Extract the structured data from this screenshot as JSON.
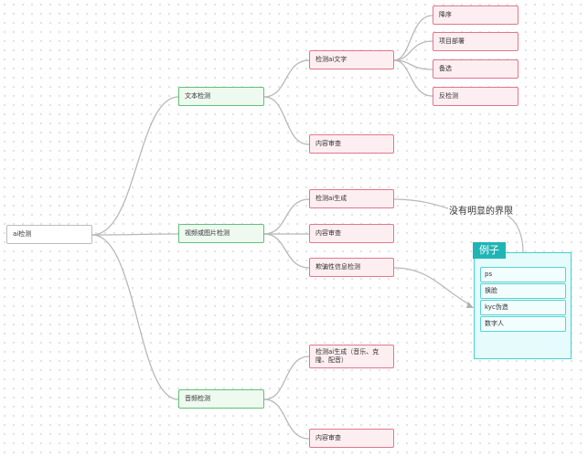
{
  "mindmap": {
    "root": "ai检测",
    "branches": [
      {
        "label": "文本检测",
        "children": [
          {
            "label": "检测ai文字",
            "children": [
              "降序",
              "项目部署",
              "备选",
              "反检测"
            ]
          },
          {
            "label": "内容审查"
          }
        ]
      },
      {
        "label": "视频或图片检测",
        "children": [
          {
            "label": "检测ai生成"
          },
          {
            "label": "内容审查"
          },
          {
            "label": "欺骗性信息检测"
          }
        ]
      },
      {
        "label": "音频检测",
        "children": [
          {
            "label": "检测ai生成（音乐、克隆、配音）"
          },
          {
            "label": "内容审查"
          }
        ]
      }
    ]
  },
  "annotation": {
    "note": "没有明显的界限",
    "example_title": "例子",
    "examples": [
      "ps",
      "换脸",
      "kyc伪造",
      "数字人"
    ]
  },
  "colors": {
    "edge": "#b8b8b8",
    "level1_fill": "#eef9f0",
    "level1_border": "#5ec27a",
    "level2_fill": "#fdeef1",
    "level2_border": "#e0778c",
    "example_fill": "#e6fbfb",
    "example_header": "#1fb5b5"
  }
}
